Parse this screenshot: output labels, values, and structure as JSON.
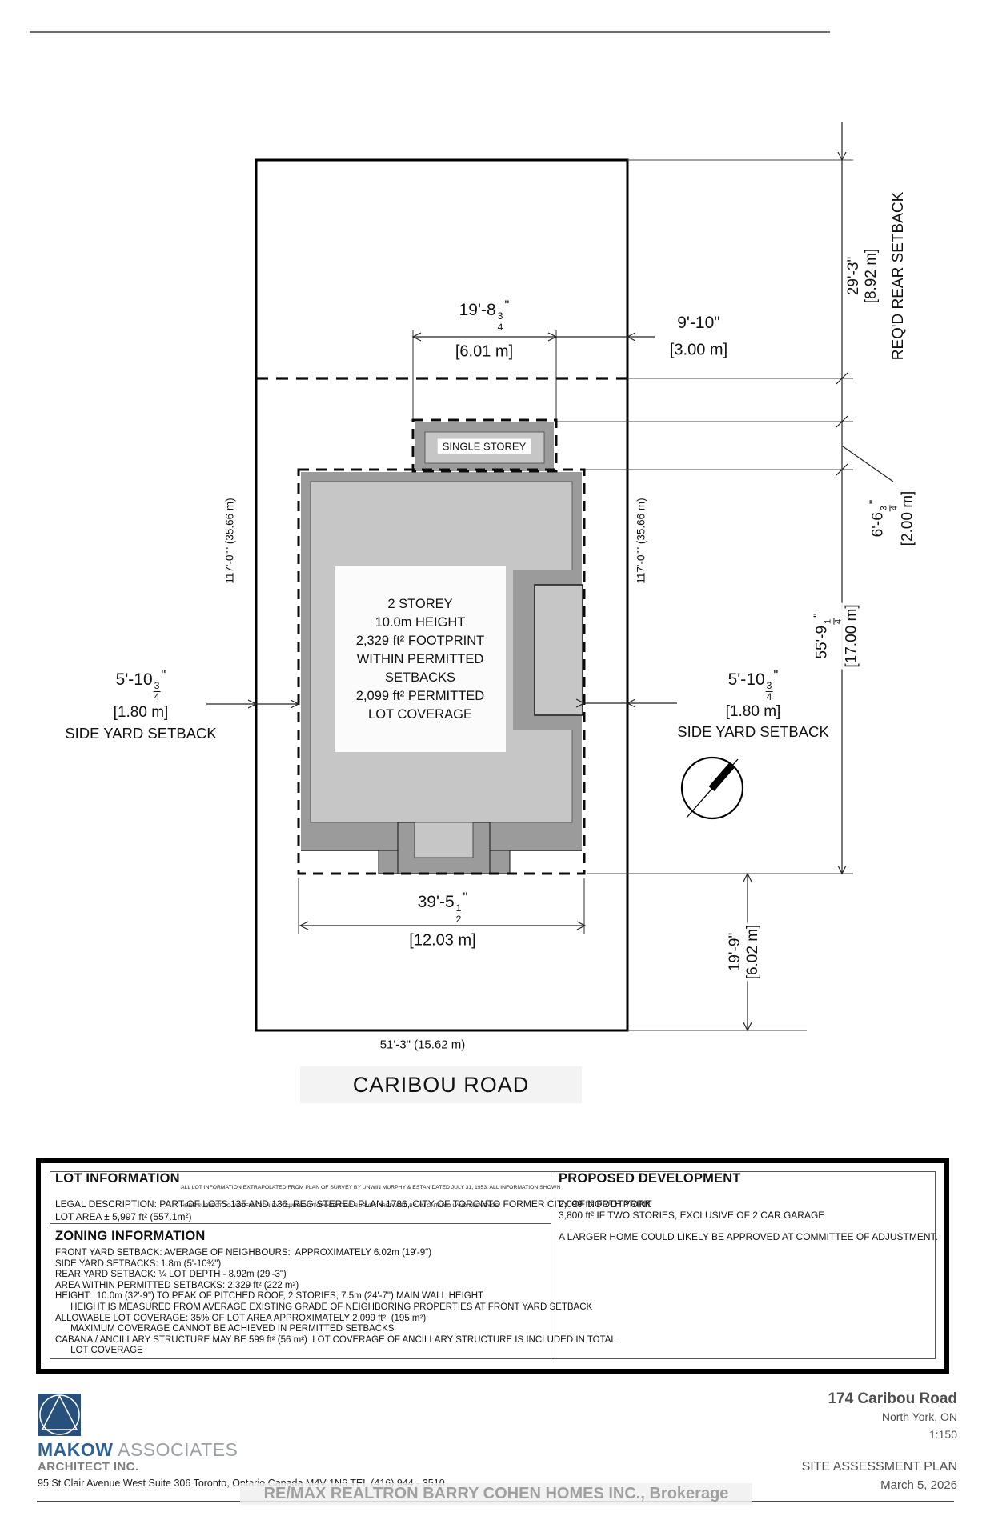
{
  "plan": {
    "street": "CARIBOU ROAD",
    "lot_frontage": "51'-3\" (15.62 m)",
    "lot_depth_left": "117'-0\"\" (35.66 m)",
    "lot_depth_right": "117'-0\"\" (35.66 m)",
    "single_storey_label": "SINGLE STOREY",
    "building_lines": [
      "2 STOREY",
      "10.0m HEIGHT",
      "",
      "2,329 ft² FOOTPRINT",
      "WITHIN PERMITTED",
      "SETBACKS",
      "",
      "2,099 ft² PERMITTED",
      "LOT COVERAGE"
    ],
    "dims": {
      "front_width": {
        "feet": "19'-8",
        "num": "3",
        "den": "4",
        "quote": "\"",
        "metric": "[6.01 m]"
      },
      "rear_gap": {
        "feet": "9'-10\"",
        "metric": "[3.00 m]"
      },
      "rear_setback": {
        "feet": "29'-3\"",
        "metric": "[8.92 m]",
        "label": "REQ'D REAR SETBACK"
      },
      "single_storey_depth": {
        "feet": "6'-6",
        "num": "3",
        "den": "4",
        "quote": "\"",
        "metric": "[2.00 m]"
      },
      "building_depth": {
        "feet": "55'-9",
        "num": "1",
        "den": "4",
        "quote": "\"",
        "metric": "[17.00 m]"
      },
      "side_left": {
        "feet": "5'-10",
        "num": "3",
        "den": "4",
        "quote": "\"",
        "metric": "[1.80 m]",
        "label": "SIDE YARD SETBACK"
      },
      "side_right": {
        "feet": "5'-10",
        "num": "3",
        "den": "4",
        "quote": "\"",
        "metric": "[1.80 m]",
        "label": "SIDE YARD SETBACK"
      },
      "building_width": {
        "feet": "39'-5",
        "num": "1",
        "den": "2",
        "quote": "\"",
        "metric": "[12.03 m]"
      },
      "front_yard": {
        "feet": "19'-9\"",
        "metric": "[6.02 m]"
      }
    }
  },
  "info": {
    "lot": {
      "title": "LOT INFORMATION",
      "fine_print": [
        "ALL LOT INFORMATION EXTRAPOLATED FROM PLAN OF SURVEY BY UNWIN MURPHY & ESTAN DATED JULY 31, 1953. ALL INFORMATION SHOWN",
        "HERE SUBJECT TO VERIFICATION BY A CURRENT TOPOGRAPHIC SURVEY PREPARED BY AN ONTARIO LAND SURVEYOR"
      ],
      "lines": [
        "LEGAL DESCRIPTION: PART OF LOTS 135 AND 136, REGISTERED PLAN 1786, CITY OF TORONTO FORMER CITY OF NORTH YORK",
        "LOT AREA ± 5,997 ft² (557.1m²)"
      ]
    },
    "zoning": {
      "title": "ZONING INFORMATION",
      "lines": [
        "FRONT YARD SETBACK: AVERAGE OF NEIGHBOURS:  APPROXIMATELY 6.02m (19'-9\")",
        "SIDE YARD SETBACKS: 1.8m (5'-10¾\")",
        "REAR YARD SETBACK: ¼ LOT DEPTH - 8.92m (29'-3\")",
        "AREA WITHIN PERMITTED SETBACKS: 2,329 ft² (222 m²)",
        "HEIGHT:  10.0m (32'-9\") TO PEAK OF PITCHED ROOF, 2 STORIES, 7.5m (24'-7\") MAIN WALL HEIGHT",
        "      HEIGHT IS MEASURED FROM AVERAGE EXISTING GRADE OF NEIGHBORING PROPERTIES AT FRONT YARD SETBACK",
        "ALLOWABLE LOT COVERAGE: 35% OF LOT AREA APPROXIMATELY 2,099 ft²  (195 m²)",
        "      MAXIMUM COVERAGE CANNOT BE ACHIEVED IN PERMITTED SETBACKS",
        "CABANA / ANCILLARY STRUCTURE MAY BE 599 ft² (56 m²)  LOT COVERAGE OF ANCILLARY STRUCTURE IS INCLUDED IN TOTAL",
        "      LOT COVERAGE"
      ]
    },
    "proposed": {
      "title": "PROPOSED DEVELOPMENT",
      "lines": [
        "2,099 ft² FOOTPRINT",
        "3,800 ft² IF TWO STORIES, EXCLUSIVE OF 2 CAR GARAGE"
      ],
      "note": "A LARGER HOME COULD LIKELY BE APPROVED AT COMMITTEE OF ADJUSTMENT."
    }
  },
  "footer": {
    "firm": {
      "name_bold": "MAKOW",
      "name_rest": " ASSOCIATES",
      "sub": "ARCHITECT INC.",
      "address": "95 St Clair Avenue West Suite 306  Toronto, Ontario Canada M4V 1N6  TEL (416) 944 - 3510"
    },
    "project": {
      "address": "174 Caribou Road",
      "city": "North York, ON",
      "scale": "1:150",
      "doc_title": "SITE ASSESSMENT PLAN",
      "date": "March 5, 2026"
    },
    "watermark": "RE/MAX REALTRON BARRY COHEN HOMES INC., Brokerage"
  },
  "icons": {
    "north_arrow": "north-arrow-compass",
    "logo": "makow-circle-triangle-logo"
  },
  "colors": {
    "line": "#1a1a1a",
    "band": "#9b9b9b",
    "fill": "#c6c6c6",
    "navy": "#27517c",
    "makow": "#2e6093",
    "wm": "#a0a0a0"
  }
}
